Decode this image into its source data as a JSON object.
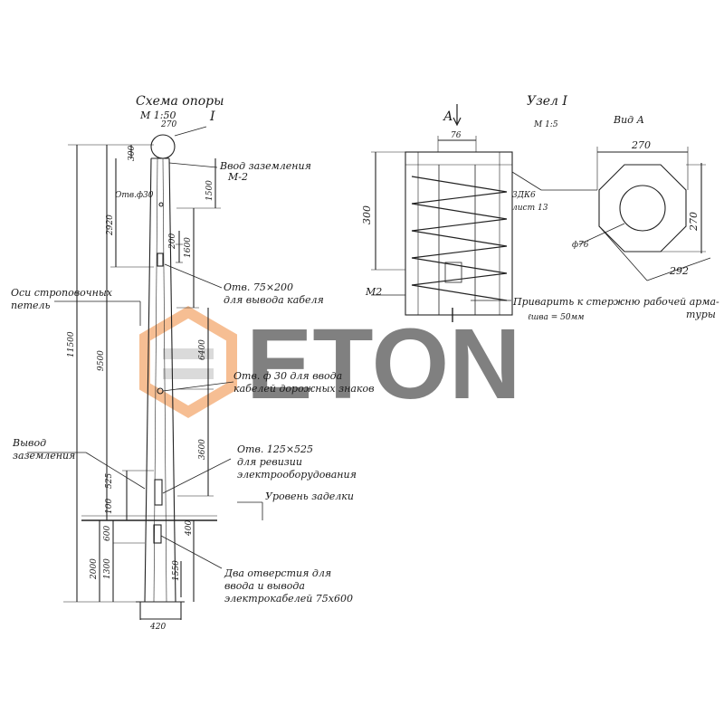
{
  "scheme": {
    "title": "Схема опоры",
    "scale": "М 1:50",
    "node_mark": "I",
    "dims": {
      "d270": "270",
      "d300": "300",
      "d1500": "1500",
      "d2920": "2920",
      "d200": "200",
      "d1600": "1600",
      "d6400": "6400",
      "d11500": "11500",
      "d9500": "9500",
      "d3600": "3600",
      "d525": "525",
      "d100": "100",
      "d600": "600",
      "d1300": "1300",
      "d2000": "2000",
      "d1550": "1550",
      "d400": "400",
      "d420": "420",
      "d_phi30": "Отв.ф30"
    },
    "annotations": {
      "grounding_1": "Ввод заземления",
      "grounding_2": "М-2",
      "cable_out_1": "Отв. 75×200",
      "cable_out_2": "для вывода кабеля",
      "sling_1": "Оси строповочных",
      "sling_2": "петель",
      "road_sign_1": "Отв. ф 30 для ввода",
      "road_sign_2": "кабелей дорожных знаков",
      "ground_out_1": "Вывод",
      "ground_out_2": "заземления",
      "revision_1": "Отв.  125×525",
      "revision_2": "для ревизии",
      "revision_3": "электрооборудования",
      "level": "Уровень заделки",
      "two_holes_1": "Два отверстия для",
      "two_holes_2": "ввода и вывода",
      "two_holes_3": "электрокабелей 75х600"
    }
  },
  "node": {
    "title": "Узел I",
    "scale": "М 1:5",
    "view_mark": "А",
    "dims": {
      "d76": "76",
      "d300": "300"
    },
    "labels": {
      "mesh_1": "3ДК6",
      "mesh_2": "лист 13",
      "m2": "М2",
      "weld_1": "Приварить к стержню рабочей арма-",
      "weld_2": "туры",
      "weld_3": "ℓшва = 50мм"
    }
  },
  "view": {
    "title": "Вид А",
    "dims": {
      "d270_top": "270",
      "d270_side": "270",
      "d292": "292",
      "d76": "ф76"
    }
  },
  "watermark": {
    "text": "ETON",
    "colors": {
      "orange": "#f08a3c",
      "grey": "#bdbdbd"
    }
  }
}
